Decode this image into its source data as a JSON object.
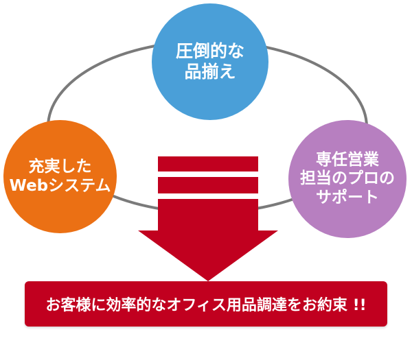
{
  "diagram": {
    "colors": {
      "ring": "#7a7a7a",
      "top_circle": "#4a9fd8",
      "left_circle": "#eb7014",
      "right_circle": "#b77fc0",
      "arrow": "#c1001f",
      "banner": "#c1001f",
      "text": "#ffffff"
    },
    "top_circle": {
      "line1": "圧倒的な",
      "line2": "品揃え"
    },
    "left_circle": {
      "line1": "充実した",
      "line2": "Webシステム"
    },
    "right_circle": {
      "line1": "専任営業",
      "line2": "担当のプロの",
      "line3": "サポート"
    },
    "banner": {
      "text": "お客様に効率的なオフィス用品調達をお約束 !!"
    }
  }
}
